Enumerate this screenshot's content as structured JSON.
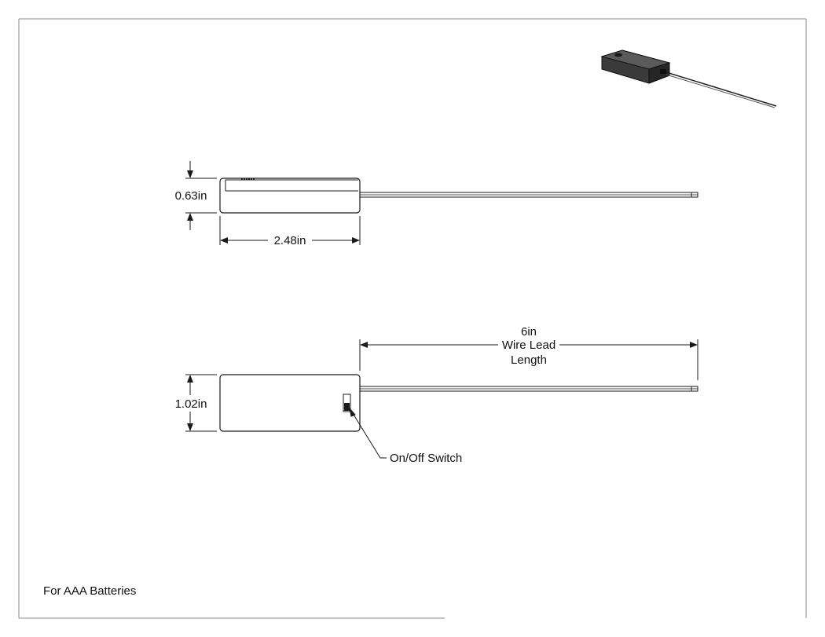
{
  "dimensions": {
    "side_height": "0.63in",
    "side_width": "2.48in",
    "wire_length_value": "6in",
    "wire_length_line1": "Wire Lead",
    "wire_length_line2": "Length",
    "top_height": "1.02in"
  },
  "callouts": {
    "switch": "On/Off Switch"
  },
  "notes": {
    "batteries": "For AAA Batteries"
  },
  "colors": {
    "line": "#1a1a1a",
    "border": "#888888",
    "body_fill": "#ffffff",
    "iso_dark": "#2b2b2b"
  }
}
